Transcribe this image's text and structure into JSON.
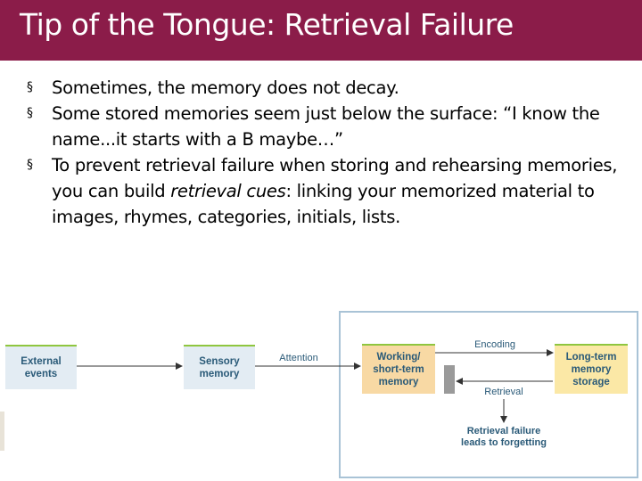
{
  "slide": {
    "title": "Tip of the Tongue: Retrieval Failure",
    "title_bar_color": "#8b1c49"
  },
  "bullets": [
    {
      "marker": "§",
      "text": "Sometimes, the memory does not decay."
    },
    {
      "marker": "§",
      "text": "Some stored memories seem just below the surface: “I know the name...it starts with a B maybe…”"
    },
    {
      "marker": "§",
      "text_before": "To prevent retrieval failure when storing and rehearsing memories, you can build ",
      "text_emphasis": "retrieval cues",
      "text_after": ": linking your memorized material to images, rhymes, categories, initials, lists."
    }
  ],
  "diagram": {
    "boxes": {
      "external_events": "External\nevents",
      "sensory_memory": "Sensory\nmemory",
      "working_memory": "Working/\nshort-term\nmemory",
      "long_term_memory": "Long-term\nmemory\nstorage"
    },
    "arrows": {
      "attention": "Attention",
      "encoding": "Encoding",
      "retrieval": "Retrieval",
      "retrieval_failure": "Retrieval failure\nleads to forgetting"
    },
    "colors": {
      "frame": "#a9c3d6",
      "label_text": "#2a5a78",
      "accent_green": "#8fc63f",
      "box_blue": "#e3ecf3",
      "box_orange": "#f8d9a4",
      "box_yellow": "#fbe8a6"
    }
  }
}
